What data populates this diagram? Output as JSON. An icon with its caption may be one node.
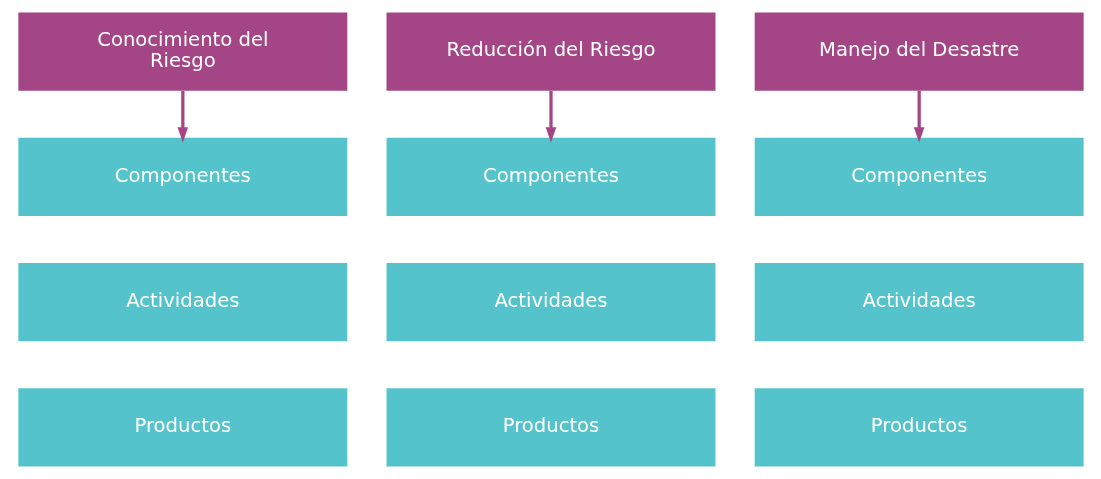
{
  "diagram": {
    "nodes": [
      {
        "text": [
          "Conocimiento del Riesgo"
        ]
      },
      {
        "text": [
          "Reducción del Riesgo"
        ]
      },
      {
        "text": [
          "Manejo del Desastre"
        ]
      },
      {
        "text": [
          "Componentes"
        ]
      },
      {
        "text": [
          "Componentes"
        ]
      },
      {
        "text": [
          "Componentes"
        ]
      },
      {
        "text": [
          "Actividades"
        ]
      },
      {
        "text": [
          "Actividades"
        ]
      },
      {
        "text": [
          "Actividades"
        ]
      },
      {
        "text": [
          "Productos"
        ]
      },
      {
        "text": [
          "Productos"
        ]
      },
      {
        "text": [
          "Productos"
        ]
      }
    ],
    "edges": [
      {
        "from": 0,
        "to": 3,
        "arrow": "to"
      },
      {
        "from": 1,
        "to": 4,
        "arrow": "to"
      },
      {
        "from": 2,
        "to": 5,
        "arrow": "to"
      }
    ]
  }
}
